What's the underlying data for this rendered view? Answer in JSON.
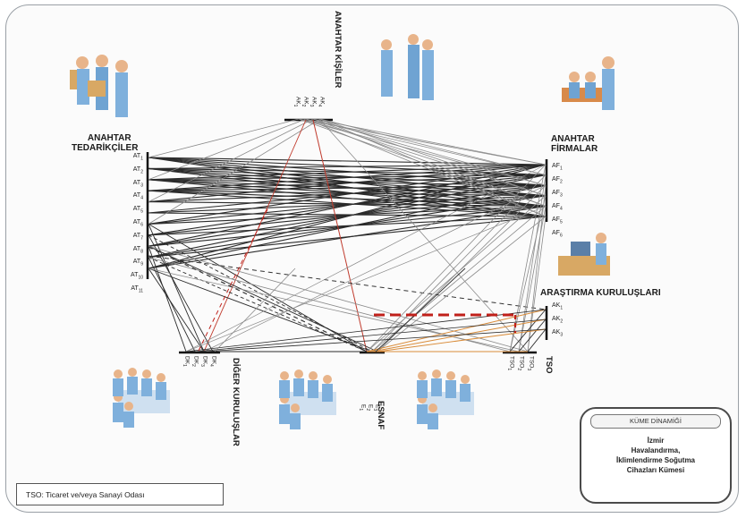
{
  "groups": {
    "anahtar_tedarikciler": {
      "label_line1": "ANAHTAR",
      "label_line2": "TEDARİKÇİLER",
      "nodes": [
        "AT1",
        "AT2",
        "AT3",
        "AT4",
        "AT5",
        "AT6",
        "AT7",
        "AT8",
        "AT9",
        "AT10",
        "AT11"
      ]
    },
    "anahtar_kisiler": {
      "label": "ANAHTAR KİŞİLER",
      "nodes": [
        "AK1",
        "AK2",
        "AK3",
        "AK4"
      ]
    },
    "anahtar_firmalar": {
      "label_line1": "ANAHTAR",
      "label_line2": "FİRMALAR",
      "nodes": [
        "AF1",
        "AF2",
        "AF3",
        "AF4",
        "AF5",
        "AF6"
      ]
    },
    "arastirma_kuruluslari": {
      "label": "ARAŞTIRMA KURULUŞLARI",
      "nodes": [
        "AK1",
        "AK2",
        "AK3"
      ]
    },
    "diger_kuruluslar": {
      "label": "DİĞER KURULUŞLAR",
      "nodes": [
        "DK1",
        "DK2",
        "DK3",
        "DK4"
      ]
    },
    "esnaf": {
      "label": "ESNAF",
      "nodes": [
        "E1",
        "E2",
        "E3"
      ]
    },
    "tso": {
      "label": "TSO",
      "nodes": [
        "TSO1",
        "TSO2",
        "TSO3"
      ]
    }
  },
  "legend": {
    "text": "TSO: Ticaret ve/veya Sanayi Odası"
  },
  "cluster": {
    "title": "KÜME DİNAMİĞİ",
    "line1": "İzmir",
    "line2": "Havalandırma,",
    "line3": "İklimlendirme Soğutma",
    "line4": "Cihazları Kümesi"
  },
  "colors": {
    "link_dark": "#2b2b2b",
    "link_gray": "#8a8a8a",
    "link_red": "#c0392b",
    "link_orange": "#d98c3a",
    "accent_red_dash": "#c0201a",
    "figure_blue": "#7fb0dc"
  }
}
